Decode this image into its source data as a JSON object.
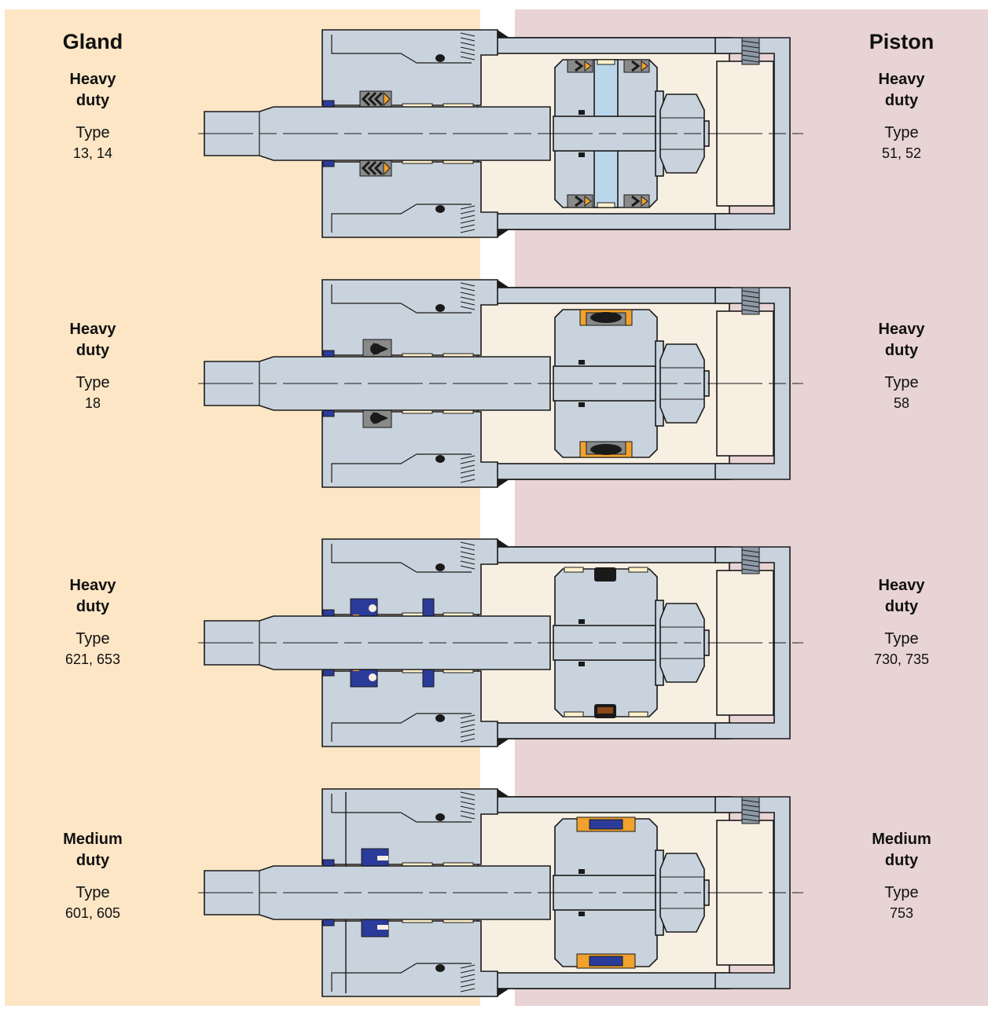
{
  "headers": {
    "gland": "Gland",
    "piston": "Piston"
  },
  "rows": [
    {
      "gland": {
        "duty": [
          "Heavy",
          "duty"
        ],
        "type_label": "Type",
        "type_numbers": "13, 14"
      },
      "piston": {
        "duty": [
          "Heavy",
          "duty"
        ],
        "type_label": "Type",
        "type_numbers": "51, 52"
      },
      "gland_seal": "chevron-stack",
      "piston_seal": "chevron-pair"
    },
    {
      "gland": {
        "duty": [
          "Heavy",
          "duty"
        ],
        "type_label": "Type",
        "type_numbers": "18"
      },
      "piston": {
        "duty": [
          "Heavy",
          "duty"
        ],
        "type_label": "Type",
        "type_numbers": "58"
      },
      "gland_seal": "quad-ring",
      "piston_seal": "quad-ring-capped"
    },
    {
      "gland": {
        "duty": [
          "Heavy",
          "duty"
        ],
        "type_label": "Type",
        "type_numbers": "621, 653"
      },
      "piston": {
        "duty": [
          "Heavy",
          "duty"
        ],
        "type_label": "Type",
        "type_numbers": "730, 735"
      },
      "gland_seal": "u-cup-blue",
      "piston_seal": "rectangular-black"
    },
    {
      "gland": {
        "duty": [
          "Medium",
          "duty"
        ],
        "type_label": "Type",
        "type_numbers": "601, 605"
      },
      "piston": {
        "duty": [
          "Medium",
          "duty"
        ],
        "type_label": "Type",
        "type_numbers": "753"
      },
      "gland_seal": "u-cup-single",
      "piston_seal": "capped-blue"
    }
  ],
  "colors": {
    "gland_bg": "#fce6c6",
    "piston_bg": "#e8d3d5",
    "steel": "#c9d3dd",
    "steel_dark": "#8d9aa7",
    "cylinder_inner": "#f6efe2",
    "seal_orange": "#f0a12e",
    "seal_blue": "#2b3b9a",
    "seal_grey": "#8a8a8a",
    "wear_ring": "#fff1cc",
    "piston_core": "#b9d6ea",
    "outline": "#1a1a1a"
  }
}
